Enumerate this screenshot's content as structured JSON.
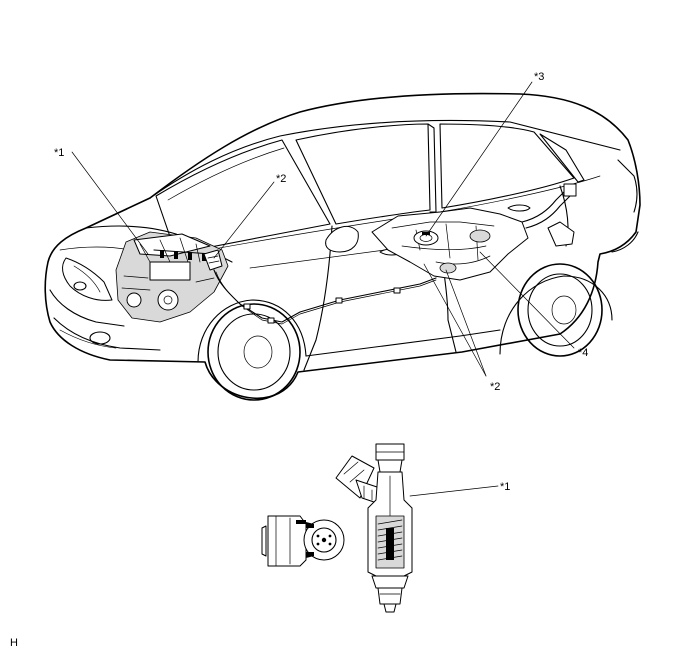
{
  "callouts": {
    "engine": "*1",
    "harness_front": "*2",
    "fuel_pump": "*3",
    "harness_rear": "*2",
    "fuel_tank": "*4",
    "injector": "*1"
  },
  "corner_mark": "H"
}
